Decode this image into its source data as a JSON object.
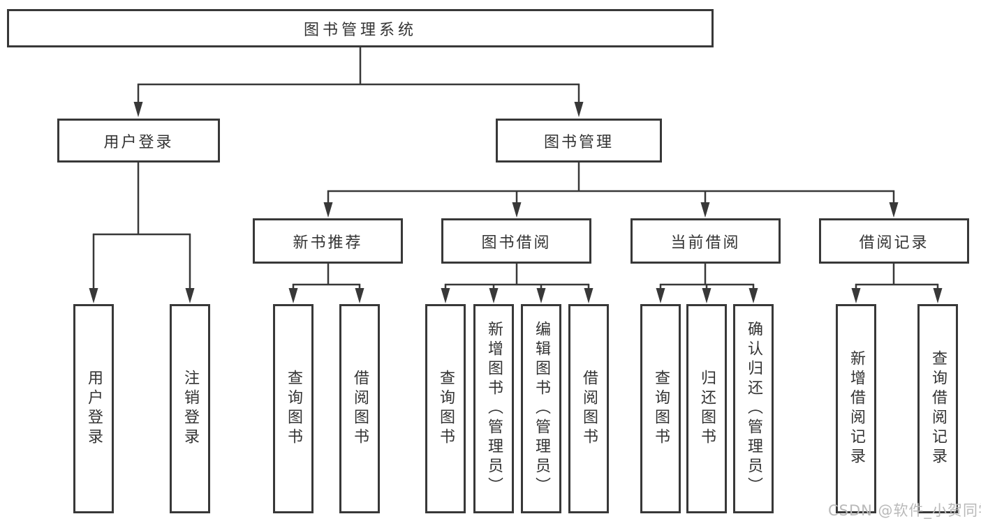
{
  "diagram": {
    "title": "图书管理系统",
    "level2": [
      {
        "label": "用户登录"
      },
      {
        "label": "图书管理"
      }
    ],
    "level3": [
      {
        "label": "新书推荐"
      },
      {
        "label": "图书借阅"
      },
      {
        "label": "当前借阅"
      },
      {
        "label": "借阅记录"
      }
    ],
    "leaves": {
      "user_login": [
        "用户登录",
        "注销登录"
      ],
      "new_book_recommend": [
        "查询图书",
        "借阅图书"
      ],
      "book_borrow": [
        "查询图书",
        "新增图书（管理员）",
        "编辑图书（管理员）",
        "借阅图书"
      ],
      "current_borrow": [
        "查询图书",
        "归还图书",
        "确认归还（管理员）"
      ],
      "borrow_records": [
        "新增借阅记录",
        "查询借阅记录"
      ]
    },
    "watermark": "CSDN @软件_小贺同学",
    "colors": {
      "line": "#383838",
      "text": "#333333",
      "watermark": "#b9b9b9",
      "background": "#ffffff"
    }
  }
}
